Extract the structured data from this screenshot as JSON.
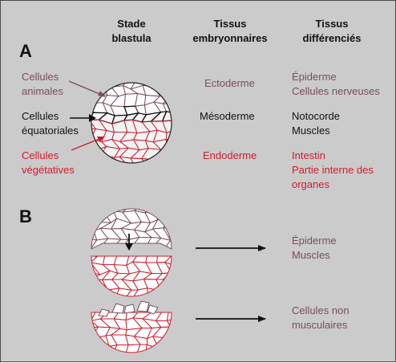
{
  "headers": {
    "stage": [
      "Stade",
      "blastula"
    ],
    "embryonic": [
      "Tissus",
      "embryonnaires"
    ],
    "differentiated": [
      "Tissus",
      "différenciés"
    ]
  },
  "panel_a": {
    "label": "A",
    "animal": [
      "Cellules",
      "animales"
    ],
    "equatorial": [
      "Cellules",
      "équatoriales"
    ],
    "vegetal": [
      "Cellules",
      "végétatives"
    ],
    "ectoderm": "Ectoderme",
    "mesoderm": "Mésoderme",
    "endoderm": "Endoderme",
    "ecto_tissues": [
      "Épiderme",
      "Cellules nerveuses"
    ],
    "meso_tissues": [
      "Notocorde",
      "Muscles"
    ],
    "endo_tissues": [
      "Intestin",
      "Partie interne des",
      "organes"
    ]
  },
  "panel_b": {
    "label": "B",
    "result1": [
      "Épiderme",
      "Muscles"
    ],
    "result2": [
      "Cellules non",
      "musculaires"
    ]
  },
  "colors": {
    "background": "#cbcbcb",
    "animal": "#7a4e5c",
    "vegetal": "#cc1d2e",
    "text": "#111111"
  }
}
